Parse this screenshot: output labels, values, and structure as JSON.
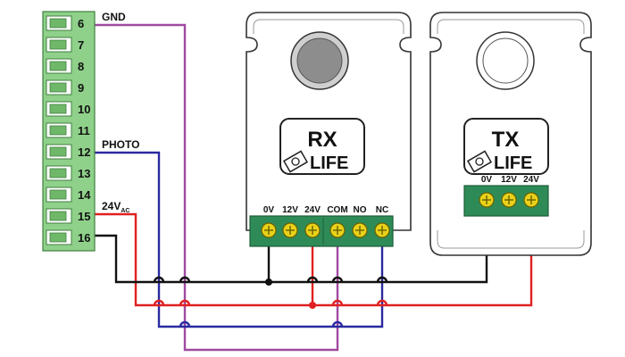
{
  "terminal_block": {
    "numbers": [
      "6",
      "7",
      "8",
      "9",
      "10",
      "11",
      "12",
      "13",
      "14",
      "15",
      "16"
    ]
  },
  "wire_labels": {
    "gnd": "GND",
    "photo": "PHOTO",
    "supply_main": "24V",
    "supply_sub": "AC"
  },
  "rx": {
    "title": "RX",
    "brand": "LIFE",
    "terminals": [
      "0V",
      "12V",
      "24V",
      "COM",
      "NO",
      "NC"
    ]
  },
  "tx": {
    "title": "TX",
    "brand": "LIFE",
    "terminals": [
      "0V",
      "12V",
      "24V"
    ]
  },
  "colors": {
    "terminal_green": "#8fd18a",
    "rx_block_green": "#2e8b57",
    "screw_yellow": "#e8d21a",
    "wire_gnd": "#a04aa0",
    "wire_photo": "#2a2aa0",
    "wire_supply": "#e02020",
    "wire_common": "#111111"
  }
}
